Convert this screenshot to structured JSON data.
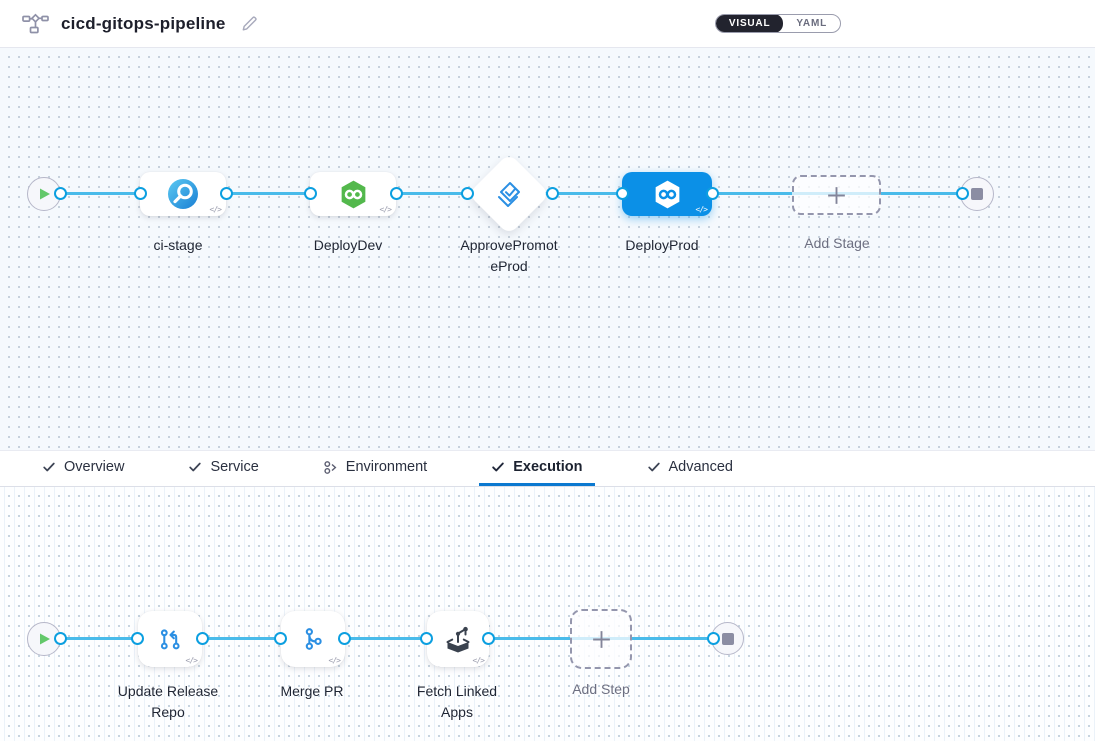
{
  "header": {
    "title": "cicd-gitops-pipeline",
    "view_toggle": {
      "options": [
        "VISUAL",
        "YAML"
      ],
      "selected": "VISUAL"
    }
  },
  "glyphs": {
    "code": "</>"
  },
  "stage_canvas": {
    "stages": [
      {
        "label": "ci-stage",
        "type": "ci-build"
      },
      {
        "label": "DeployDev",
        "type": "cd-deploy"
      },
      {
        "label": "ApprovePromot\neProd",
        "type": "approval"
      },
      {
        "label": "DeployProd",
        "type": "cd-deploy",
        "selected": true
      }
    ],
    "add_stage_label": "Add Stage"
  },
  "tabs": {
    "items": [
      {
        "label": "Overview",
        "icon": "check-icon"
      },
      {
        "label": "Service",
        "icon": "check-icon"
      },
      {
        "label": "Environment",
        "icon": "environment-icon"
      },
      {
        "label": "Execution",
        "icon": "check-icon",
        "active": true
      },
      {
        "label": "Advanced",
        "icon": "check-icon"
      }
    ]
  },
  "execution_canvas": {
    "steps": [
      {
        "label": "Update Release\nRepo",
        "type": "git-update"
      },
      {
        "label": "Merge PR",
        "type": "git-merge-pr"
      },
      {
        "label": "Fetch Linked\nApps",
        "type": "fetch-linked-apps"
      }
    ],
    "add_step_label": "Add Step"
  },
  "colors": {
    "accent_blue": "#0092e4",
    "line_blue": "#49bbea",
    "selected_stage_blue": "#0b90e7",
    "cd_green": "#53b84c",
    "play_green": "#63c86a",
    "tab_underline": "#0b79d0",
    "canvas_top_bg": "#f5f9fd"
  }
}
